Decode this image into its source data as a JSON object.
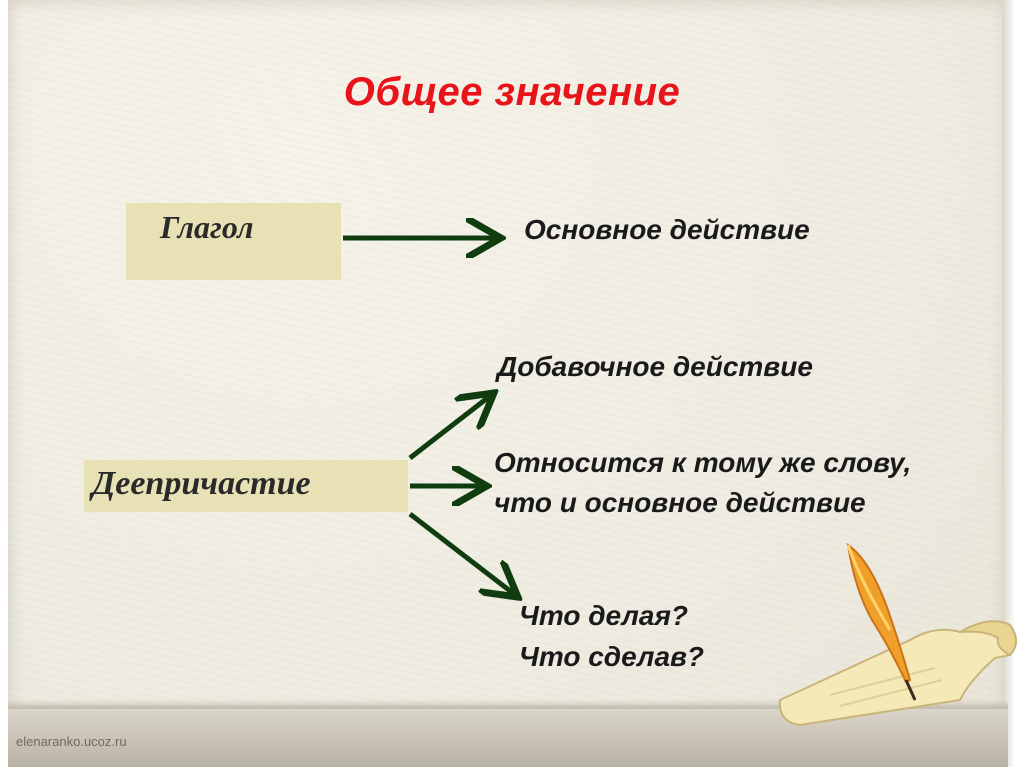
{
  "title": "Общее значение",
  "verb_box": {
    "label": "Глагол"
  },
  "participle_box": {
    "label": "Деепричастие"
  },
  "verb_meaning": "Основное действие",
  "participle_meanings": {
    "additional_action": "Добавочное действие",
    "relates_line1": "Относится к тому же слову,",
    "relates_line2": "что и основное действие",
    "question1": "Что делая?",
    "question2": "Что сделав?"
  },
  "footer": "elenaranko.ucoz.ru",
  "colors": {
    "title": "#e8141a",
    "box_fill": "#e7e1b5",
    "arrow": "#0f3d0f"
  },
  "icons": [
    "quill-pen-icon",
    "paper-scroll-icon"
  ]
}
